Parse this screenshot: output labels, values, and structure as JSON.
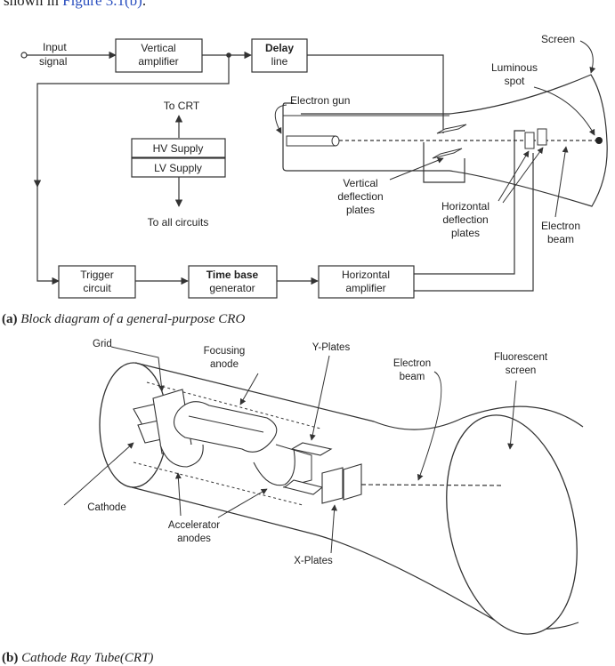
{
  "top_fragment": {
    "prefix": "shown in ",
    "link": "Figure 3.1(b)",
    "suffix": "."
  },
  "block_diagram": {
    "input_label_line1": "Input",
    "input_label_line2": "signal",
    "vertical_amplifier": [
      "Vertical",
      "amplifier"
    ],
    "delay_line": [
      "Delay",
      "line"
    ],
    "to_crt": "To CRT",
    "hv_supply": "HV Supply",
    "lv_supply": "LV Supply",
    "to_all_circuits": "To all circuits",
    "trigger_circuit": [
      "Trigger",
      "circuit"
    ],
    "time_base_generator": [
      "Time base",
      "generator"
    ],
    "horizontal_amplifier": [
      "Horizontal",
      "amplifier"
    ],
    "electron_gun": "Electron gun",
    "screen": "Screen",
    "luminous_spot": [
      "Luminous",
      "spot"
    ],
    "vertical_deflection_plates": [
      "Vertical",
      "deflection",
      "plates"
    ],
    "horizontal_deflection_plates": [
      "Horizontal",
      "deflection",
      "plates"
    ],
    "electron_beam": [
      "Electron",
      "beam"
    ]
  },
  "caption_a": {
    "label": "(a)",
    "text": " Block diagram of a general-purpose CRO"
  },
  "crt_diagram": {
    "grid": "Grid",
    "focusing_anode": [
      "Focusing",
      "anode"
    ],
    "y_plates": "Y-Plates",
    "electron_beam": [
      "Electron",
      "beam"
    ],
    "fluorescent_screen": [
      "Fluorescent",
      "screen"
    ],
    "cathode": "Cathode",
    "accelerator_anodes": [
      "Accelerator",
      "anodes"
    ],
    "x_plates": "X-Plates"
  },
  "caption_b": {
    "label": "(b)",
    "text": " Cathode Ray Tube(CRT)"
  }
}
